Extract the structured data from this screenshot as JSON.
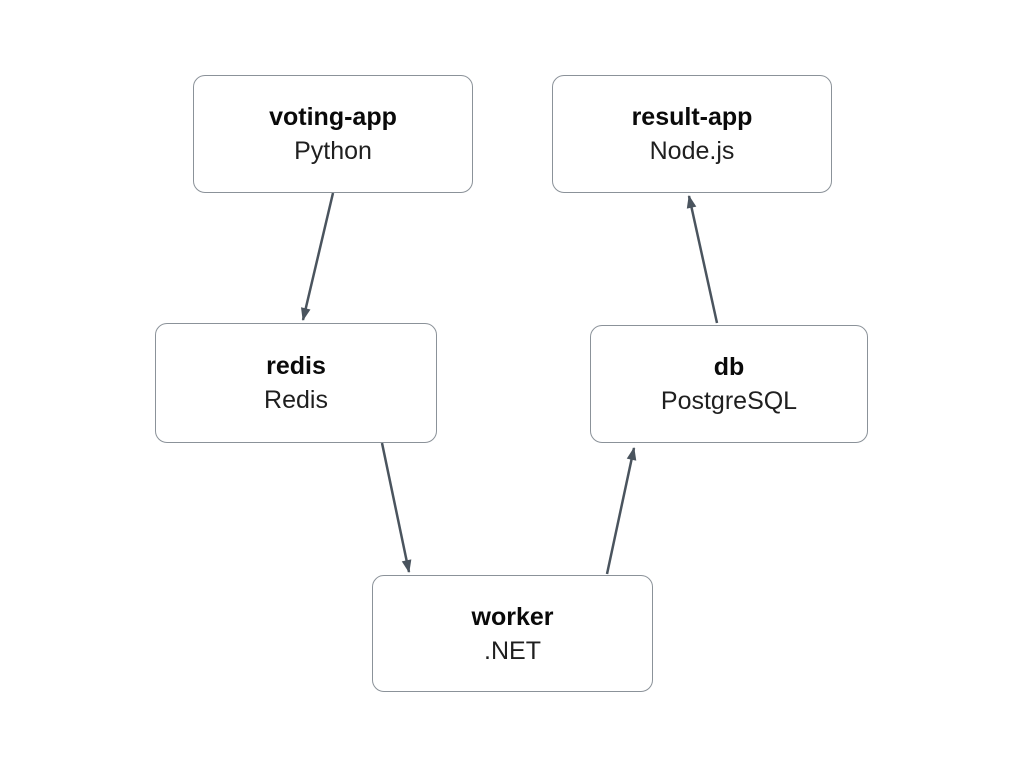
{
  "diagram": {
    "background_color": "#ffffff",
    "node_border_color": "#8b9299",
    "node_fill_color": "#ffffff",
    "arrow_color": "#4a545e",
    "title_text_color": "#0a0a0a",
    "nodes": [
      {
        "id": "voting-app",
        "title": "voting-app",
        "subtitle": "Python"
      },
      {
        "id": "result-app",
        "title": "result-app",
        "subtitle": "Node.js"
      },
      {
        "id": "redis",
        "title": "redis",
        "subtitle": "Redis"
      },
      {
        "id": "db",
        "title": "db",
        "subtitle": "PostgreSQL"
      },
      {
        "id": "worker",
        "title": "worker",
        "subtitle": ".NET"
      }
    ],
    "edges": [
      {
        "from": "voting-app",
        "to": "redis"
      },
      {
        "from": "redis",
        "to": "worker"
      },
      {
        "from": "worker",
        "to": "db"
      },
      {
        "from": "db",
        "to": "result-app"
      }
    ]
  }
}
